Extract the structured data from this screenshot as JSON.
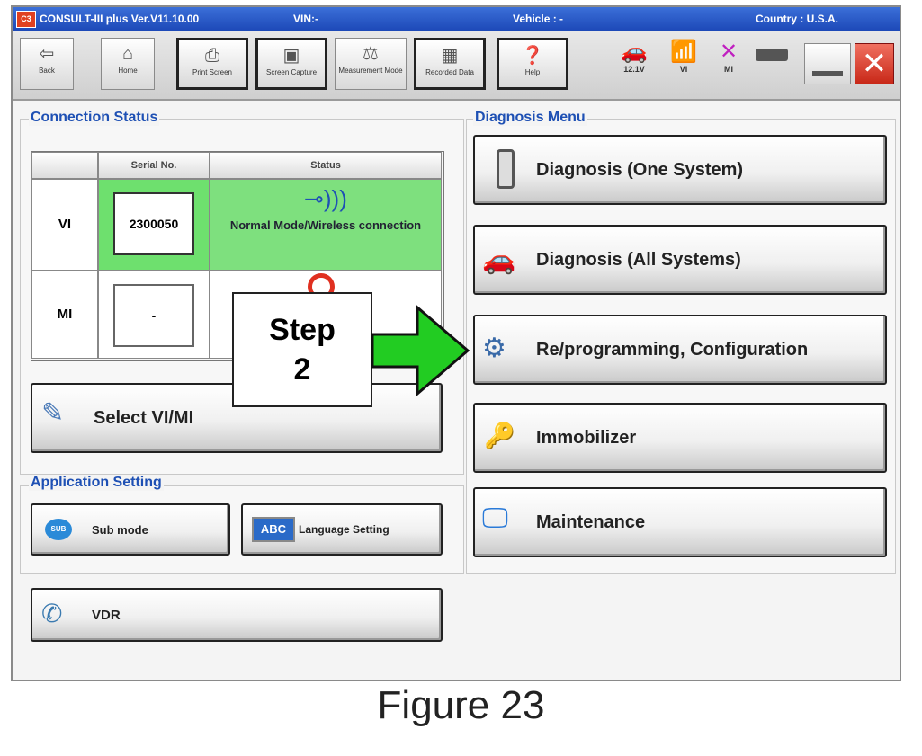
{
  "title_bar": {
    "app": "CONSULT-III plus  Ver.V11.10.00",
    "vin": "VIN:-",
    "vehicle": "Vehicle : -",
    "country": "Country : U.S.A."
  },
  "toolbar": {
    "back": "Back",
    "home": "Home",
    "print": "Print Screen",
    "capture": "Screen Capture",
    "measurement": "Measurement Mode",
    "recorded": "Recorded Data",
    "help": "Help",
    "battery": "12.1V",
    "vi": "VI",
    "mi": "MI"
  },
  "connection_status": {
    "label": "Connection Status",
    "col_serial": "Serial No.",
    "col_status": "Status",
    "rows": [
      {
        "name": "VI",
        "serial": "2300050",
        "status": "Normal Mode/Wireless connection"
      },
      {
        "name": "MI",
        "serial": "-",
        "status": ""
      }
    ],
    "select_button": "Select VI/MI"
  },
  "application_setting": {
    "label": "Application Setting",
    "sub_mode": "Sub mode",
    "sub_mode_badge": "SUB",
    "language": "Language Setting",
    "language_badge": "ABC",
    "vdr": "VDR"
  },
  "diagnosis_menu": {
    "label": "Diagnosis Menu",
    "items": [
      "Diagnosis (One System)",
      "Diagnosis (All Systems)",
      "Re/programming, Configuration",
      "Immobilizer",
      "Maintenance"
    ]
  },
  "callout": {
    "line1": "Step",
    "line2": "2"
  },
  "caption": "Figure 23",
  "colors": {
    "accent": "#1e50b4",
    "status_green": "#7ee07e",
    "arrow_green": "#22cc22",
    "close_red": "#e03c28"
  }
}
